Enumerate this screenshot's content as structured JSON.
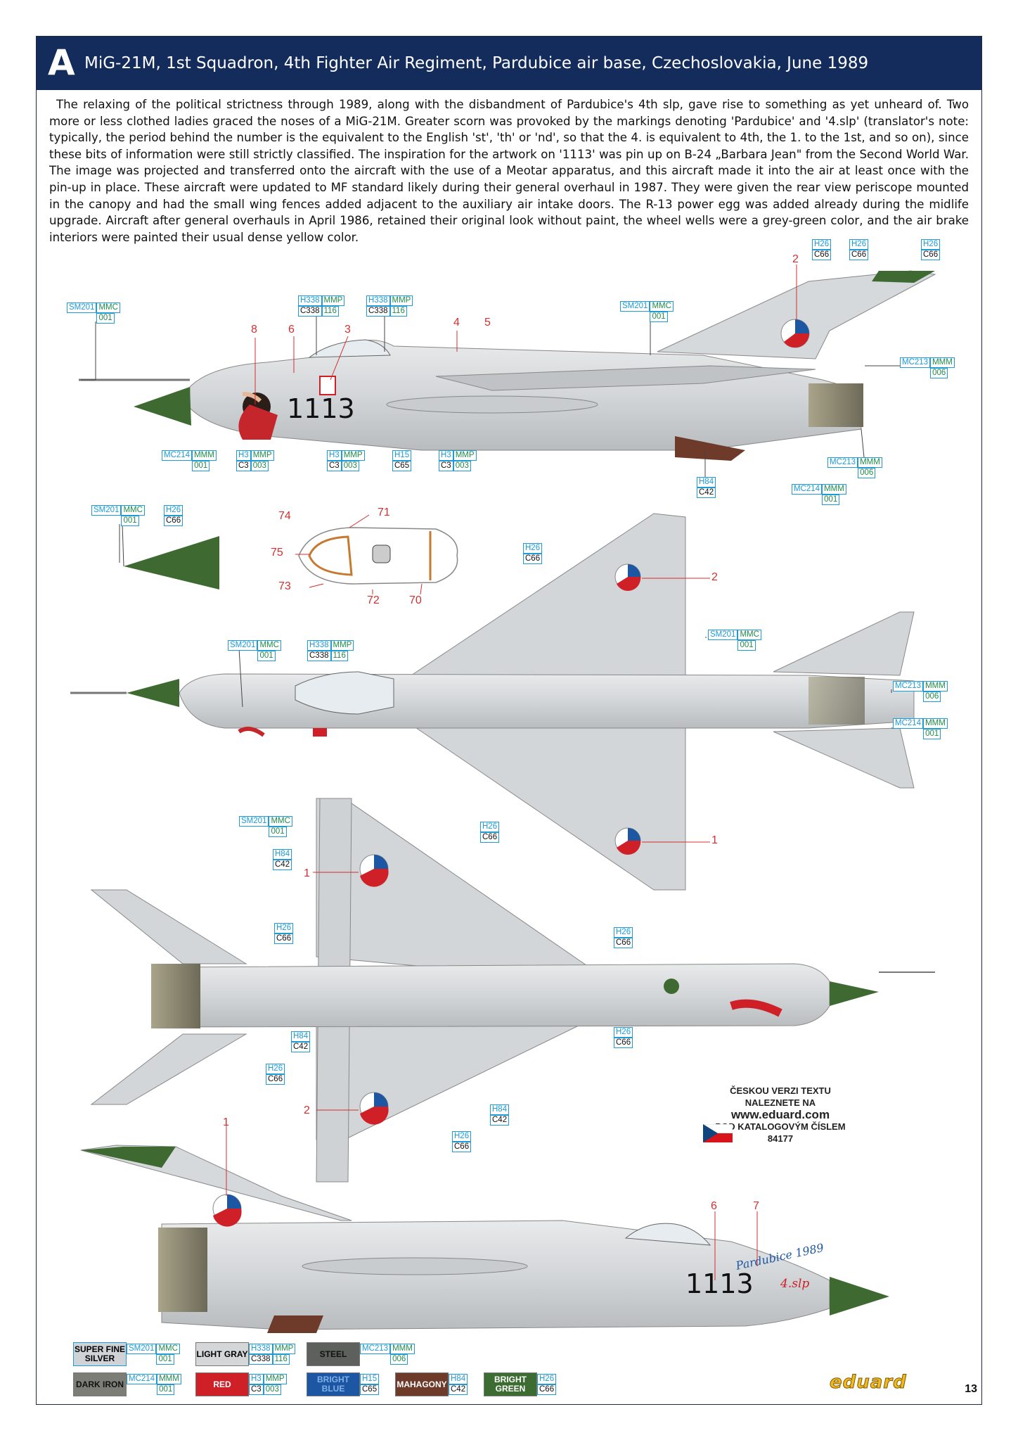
{
  "header": {
    "letter": "A",
    "title": "MiG-21M, 1st Squadron, 4th Fighter Air Regiment, Pardubice air base, Czechoslovakia, June 1989"
  },
  "description": "The relaxing of the political strictness through 1989, along with the disbandment of Pardubice's 4th slp, gave rise to something as yet unheard of. Two more or less clothed ladies graced the noses of a MiG-21M. Greater scorn was provoked by the markings denoting 'Pardubice' and '4.slp' (translator's note: typically, the period behind the number is the equivalent to the English 'st', 'th' or 'nd', so that the 4. is equivalent to 4th, the 1. to the 1st, and so on), since these bits of information were still strictly classified. The inspiration for the artwork on '1113' was pin up on B-24 „Barbara Jean\" from the Second World War. The image was projected and transferred onto the aircraft with the use of a Meotar apparatus, and this aircraft made it into the air at least once with the pin-up in place. These aircraft were updated to MF standard likely during their general overhaul in 1987. They were given the rear view periscope mounted in the canopy and had the small wing fences added adjacent to the auxiliary air intake doors. The R-13 power egg was added already during the midlife upgrade. Aircraft after general overhauls in April 1986, retained their original look without paint, the wheel wells were a grey-green color, and the air brake interiors were painted their usual dense yellow color.",
  "aircraft": {
    "serial": "1113",
    "script_pardubice": "Pardubice 1989",
    "script_slp": "4.slp"
  },
  "callouts": {
    "side_numbers": [
      "8",
      "6",
      "3",
      "4",
      "5",
      "2"
    ],
    "canopy_numbers": [
      "74",
      "71",
      "75",
      "73",
      "72",
      "70"
    ],
    "top_numbers": [
      "2",
      "1"
    ],
    "bottom_numbers": [
      "1",
      "2"
    ],
    "right_numbers": [
      "1",
      "6",
      "7"
    ]
  },
  "labels": {
    "sm201": "SM201",
    "mmc": "MMC",
    "n001": "001",
    "h338": "H338",
    "mmp": "MMP",
    "c338": "C338",
    "n116": "116",
    "mc213": "MC213",
    "mmm": "MMM",
    "n006": "006",
    "mc214": "MC214",
    "h3": "H3",
    "c3": "C3",
    "n003": "003",
    "h15": "H15",
    "c65": "C65",
    "h84": "H84",
    "c42": "C42",
    "h26": "H26",
    "c66": "C66"
  },
  "legend": [
    {
      "name": "SUPER FINE SILVER",
      "h": "SM201",
      "g": "MMC",
      "g2": "001",
      "color": "#cfd3d6"
    },
    {
      "name": "LIGHT GRAY",
      "h": "H338",
      "c": "C338",
      "g": "MMP",
      "g2": "116",
      "color": "#d4d6d7"
    },
    {
      "name": "STEEL",
      "h": "MC213",
      "g": "MMM",
      "g2": "006",
      "color": "#5e605e"
    },
    {
      "name": "DARK IRON",
      "h": "MC214",
      "g": "MMM",
      "g2": "001",
      "color": "#7d7d78"
    },
    {
      "name": "RED",
      "h": "H3",
      "c": "C3",
      "g": "MMP",
      "g2": "003",
      "color": "#cf2027"
    },
    {
      "name": "BRIGHT BLUE",
      "h": "H15",
      "c": "C65",
      "color": "#1d57a3"
    },
    {
      "name": "MAHAGONY",
      "h": "H84",
      "c": "C42",
      "color": "#6e3a2a"
    },
    {
      "name": "BRIGHT GREEN",
      "h": "H26",
      "c": "C66",
      "color": "#3c6c32"
    }
  ],
  "czech_note": {
    "line1": "ČESKOU VERZI TEXTU NALEZNETE NA",
    "line2": "www.eduard.com",
    "line3": "POD KATALOGOVÝM ČÍSLEM 84177"
  },
  "brand": "eduard",
  "page_number": "13"
}
